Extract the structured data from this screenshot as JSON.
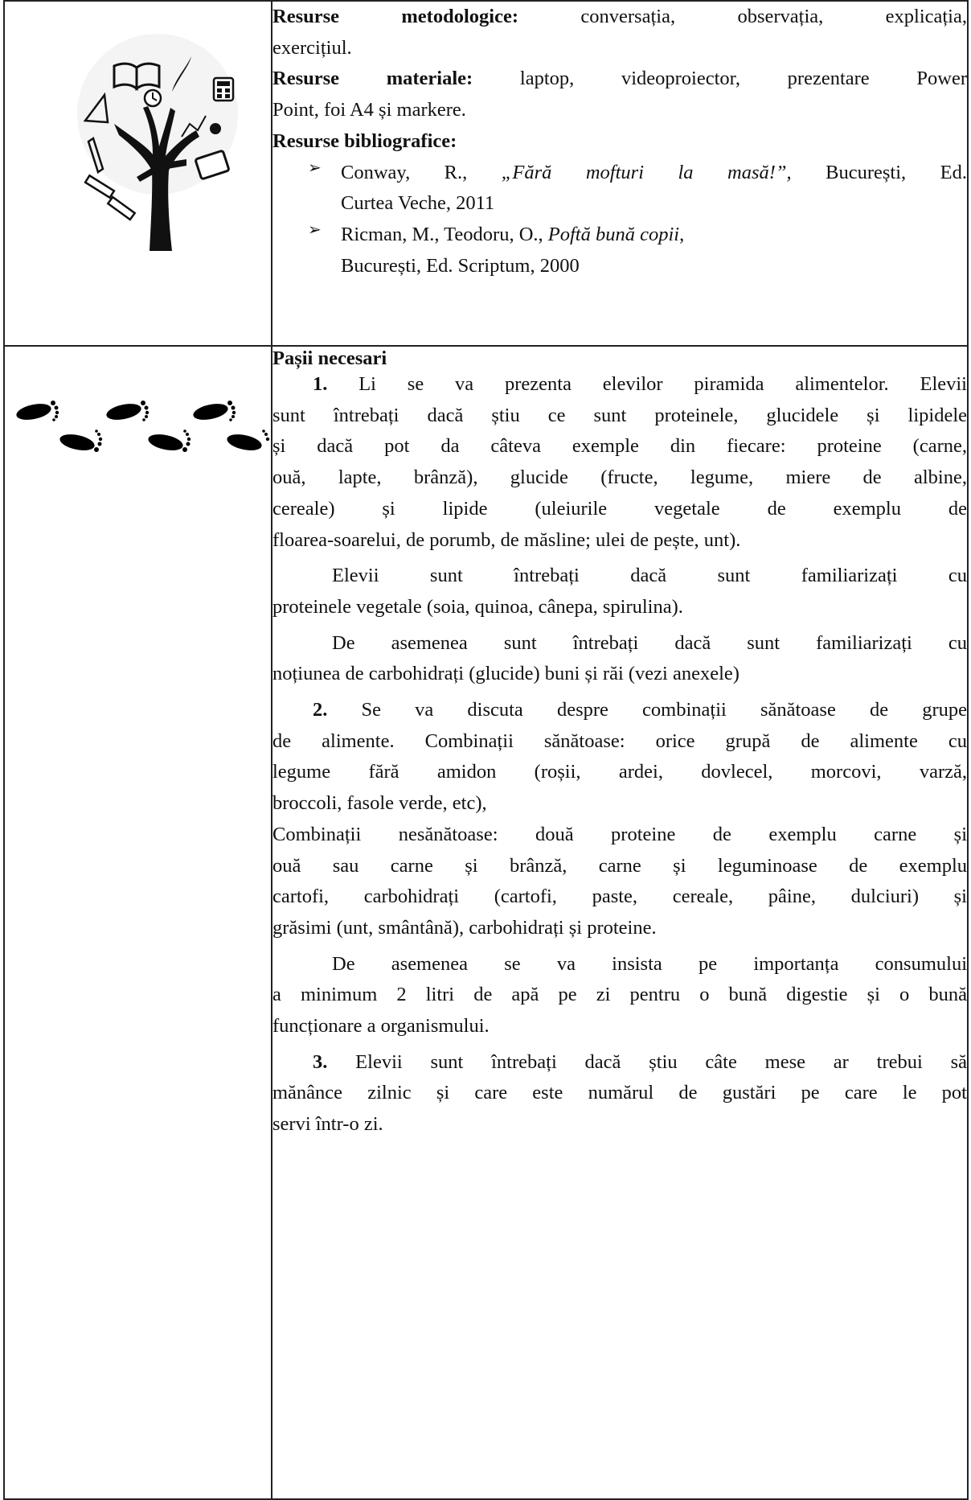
{
  "row1": {
    "metod_label": "Resurse metodologice:",
    "metod_text_1": " conversația, observația, explicația,",
    "metod_text_2": "exercițiul.",
    "material_label": "Resurse materiale:",
    "material_text_1": " laptop, videoproiector, prezentare Power",
    "material_text_2": "Point, foi A4 și markere.",
    "biblio_label": "Resurse bibliografice:",
    "biblio": [
      {
        "a": "Conway, R., ",
        "title": "„Fără mofturi la masă!”,",
        "b": " București, Ed.",
        "c": "Curtea Veche, 2011"
      },
      {
        "a": "Ricman, M., Teodoru, O., ",
        "title": "Poftă bună copii",
        "b": ",",
        "c": "București, Ed. Scriptum, 2000"
      }
    ]
  },
  "row2": {
    "heading": "Pașii necesari",
    "n1": "1.",
    "p1": [
      " Li se va prezenta elevilor piramida alimentelor. Elevii",
      "sunt întrebați dacă știu ce sunt proteinele, glucidele și lipidele",
      "și dacă pot da câteva exemple din fiecare: proteine (carne,",
      "ouă, lapte, brânză), glucide (fructe, legume, miere de albine,",
      "cereale) și lipide (uleiurile vegetale de exemplu de",
      "floarea-soarelui, de porumb, de măsline; ulei de pește, unt)."
    ],
    "p2": [
      "Elevii sunt întrebați  dacă sunt familiarizați cu",
      "proteinele vegetale (soia, quinoa, cânepa, spirulina)."
    ],
    "p3": [
      "De asemenea sunt întrebați dacă sunt familiarizați cu",
      "noțiunea de carbohidrați (glucide) buni și răi (vezi anexele)"
    ],
    "n2": "2.",
    "p4": [
      " Se va discuta despre combinații sănătoase de grupe",
      "de alimente. Combinații sănătoase: orice grupă de alimente cu",
      "legume fără amidon (roșii, ardei, dovlecel, morcovi, varză,",
      "broccoli, fasole verde, etc),"
    ],
    "p5": [
      "Combinații nesănătoase: două proteine de exemplu carne și",
      "ouă sau carne și brânză, carne și leguminoase de exemplu",
      "cartofi, carbohidrați (cartofi, paste, cereale, pâine, dulciuri) și",
      "grăsimi (unt, smântână), carbohidrați și proteine."
    ],
    "p6": [
      "De asemenea se va insista pe importanța consumului",
      "a minimum 2 litri de apă pe zi pentru o bună digestie și o bună",
      "funcționare a organismului."
    ],
    "n3": "3.",
    "p7": [
      " Elevii sunt întrebați dacă știu câte mese ar trebui să",
      "mănânce zilnic și care este numărul de gustări pe care le pot",
      "servi într-o zi."
    ]
  },
  "icons": {
    "row1": "education-tree-icon",
    "row2": "footprints-icon"
  }
}
